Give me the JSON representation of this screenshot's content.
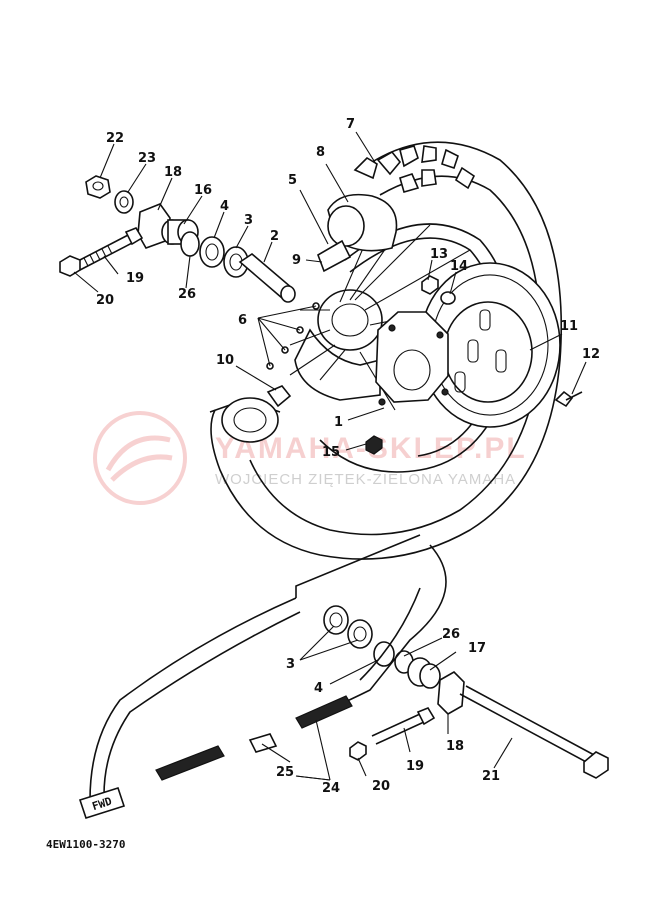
{
  "diagram": {
    "ref_code": "4EW1100-3270",
    "fwd_label": "FWD",
    "watermark": {
      "line1": "YAMAHA-SKLEP.PL",
      "line2": "WOJCIECH ZIĘTEK-ZIELONA YAMAHA"
    },
    "part_labels": [
      "1",
      "2",
      "3",
      "4",
      "5",
      "6",
      "7",
      "8",
      "9",
      "10",
      "11",
      "12",
      "13",
      "14",
      "15",
      "16",
      "17",
      "18",
      "19",
      "20",
      "21",
      "22",
      "23",
      "24",
      "25",
      "26"
    ],
    "lower_labels": [
      "3",
      "4",
      "26",
      "17",
      "18",
      "19",
      "20",
      "21",
      "24",
      "25"
    ]
  },
  "colors": {
    "line": "#111111",
    "watermark": "#e87a7a"
  }
}
